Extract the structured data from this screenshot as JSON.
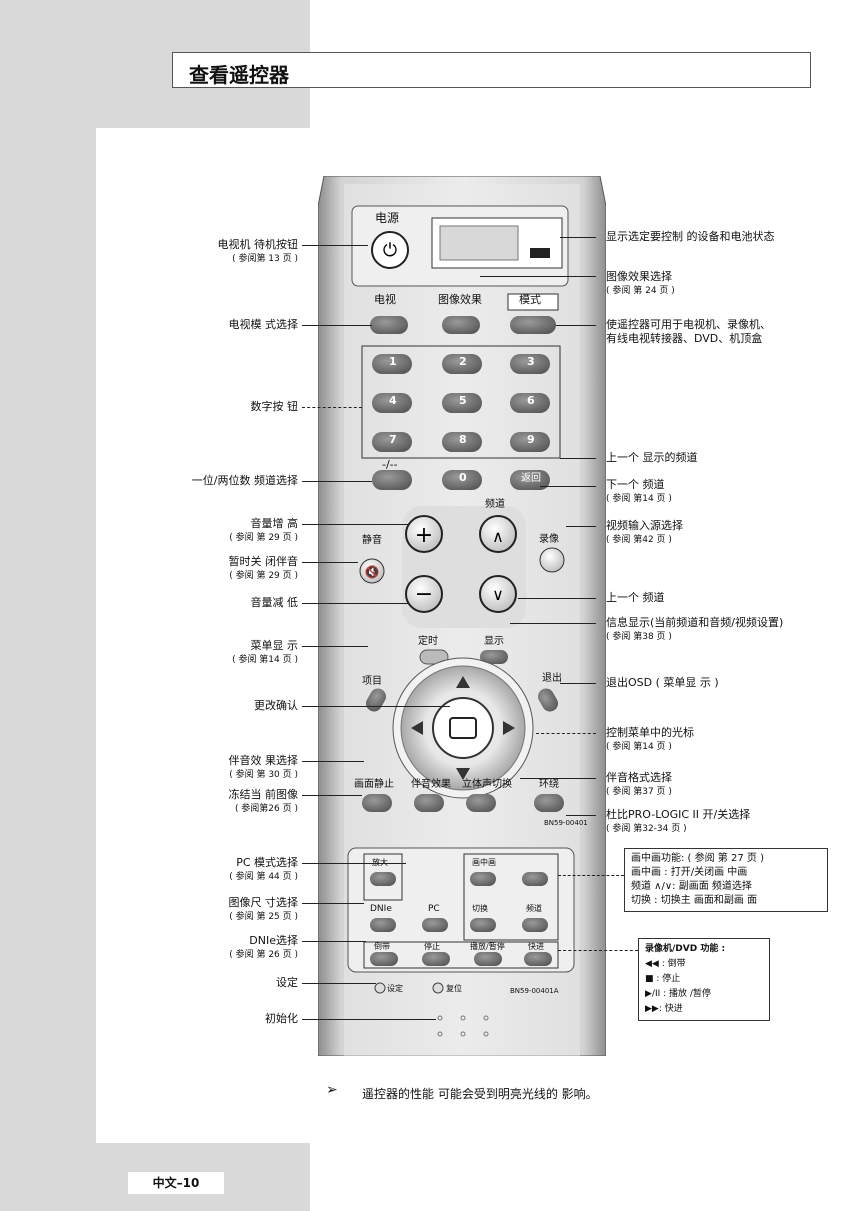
{
  "title": "查看遥控器",
  "page_number": "中文–10",
  "note": "遥控器的性能 可能会受到明亮光线的 影响。",
  "remote": {
    "power_label": "电源",
    "tv_label": "电视",
    "picture_effect_label": "图像效果",
    "mode_label": "模式",
    "nums": [
      "1",
      "2",
      "3",
      "4",
      "5",
      "6",
      "7",
      "8",
      "9",
      "0"
    ],
    "dash_label": "-/--",
    "return_label": "返回",
    "channel_label": "频道",
    "mute_label": "静音",
    "record_label": "录像",
    "timer_label": "定时",
    "display_label": "显示",
    "menu_label": "项目",
    "exit_label": "退出",
    "still_label": "画面静止",
    "sound_effect_label": "伴音效果",
    "stereo_label": "立体声切换",
    "surround_label": "环绕",
    "model1": "BN59-00401",
    "zoom_label": "放大",
    "pip_label": "画中画",
    "dnie_label": "DNIe",
    "pc_label": "PC",
    "switch_label": "切换",
    "channel2_label": "频道",
    "rew_label": "倒带",
    "stop_label": "停止",
    "play_label": "播放/暂停",
    "ff_label": "快进",
    "set_label": "设定",
    "reset_label": "复位",
    "model2": "BN59-00401A"
  },
  "left_labels": {
    "power": "电视机 待机按钮",
    "power_ref": "( 参阅第 13 页 )",
    "tv_mode": "电视模 式选择",
    "numbers": "数字按 钮",
    "digits": "一位/两位数 频道选择",
    "vol_up": "音量增 高",
    "vol_up_ref": "( 参阅 第 29 页 )",
    "mute": "暂时关 闭伴音",
    "mute_ref": "( 参阅 第 29 页 )",
    "vol_down": "音量减 低",
    "menu": "菜单显 示",
    "menu_ref": "( 参阅 第14 页 )",
    "confirm": "更改确认",
    "sound_effect": "伴音效 果选择",
    "sound_effect_ref": "( 参阅 第 30 页 )",
    "still": "冻结当 前图像",
    "still_ref": "( 参阅第26 页 )",
    "pc_mode": "PC 模式选择",
    "pc_mode_ref": "( 参阅 第 44 页 )",
    "size": "图像尺 寸选择",
    "size_ref": "( 参阅 第 25 页 )",
    "dnie": "DNIe选择",
    "dnie_ref": "( 参阅 第 26 页 )",
    "set": "设定",
    "init": "初始化"
  },
  "right_labels": {
    "display_status": "显示选定要控制 的设备和电池状态",
    "picture_effect": "图像效果选择",
    "picture_effect_ref": "( 参阅 第 24 页 )",
    "mode1": "使遥控器可用于电视机、录像机、",
    "mode2": "有线电视转接器、DVD、机顶盒",
    "prev_display": "上一个 显示的频道",
    "next_ch": "下一个 频道",
    "next_ch_ref": "( 参阅 第14 页 )",
    "video_src": "视频输入源选择",
    "video_src_ref": "( 参阅 第42 页 )",
    "prev_ch": "上一个 频道",
    "info": "信息显示(当前频道和音频/视频设置)",
    "info_ref": "( 参阅 第38 页 )",
    "exit": "退出OSD ( 菜单显 示 )",
    "cursor": "控制菜单中的光标",
    "cursor_ref": "( 参阅 第14 页 )",
    "sound_format": "伴音格式选择",
    "sound_format_ref": "( 参阅 第37 页 )",
    "dolby": "杜比PRO-LOGIC II 开/关选择",
    "dolby_ref": "( 参阅 第32-34 页 )"
  },
  "pip_box": {
    "line1": "画中画功能: ( 参阅 第 27 页 )",
    "line2": "画中画 : 打开/关闭画 中画",
    "line3": "频道 ∧/∨:  副画面 频道选择",
    "line4": "切换    : 切换主 画面和副画 面"
  },
  "vcr_box": {
    "line1": "录像机/DVD 功能 :",
    "line2": "◀◀ : 倒带",
    "line3": "■ : 停止",
    "line4": "▶/II : 播放 /暂停",
    "line5": "▶▶: 快进"
  }
}
